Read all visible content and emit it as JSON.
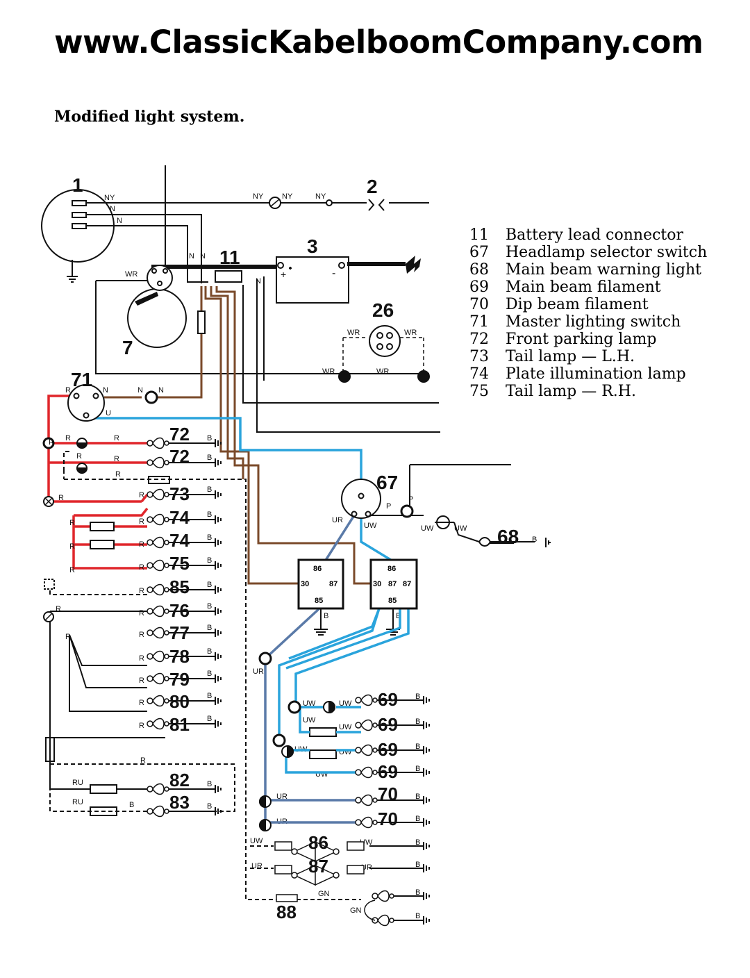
{
  "header": {
    "url": "www.ClassicKabelboomCompany.com"
  },
  "subtitle": "Modified light system.",
  "legend": [
    {
      "num": "11",
      "label": "Battery lead connector"
    },
    {
      "num": "67",
      "label": "Headlamp selector switch"
    },
    {
      "num": "68",
      "label": "Main beam warning light"
    },
    {
      "num": "69",
      "label": "Main beam filament"
    },
    {
      "num": "70",
      "label": "Dip beam filament"
    },
    {
      "num": "71",
      "label": "Master lighting switch"
    },
    {
      "num": "72",
      "label": "Front parking lamp"
    },
    {
      "num": "73",
      "label": "Tail lamp — L.H."
    },
    {
      "num": "74",
      "label": "Plate illumination lamp"
    },
    {
      "num": "75",
      "label": "Tail lamp — R.H."
    }
  ],
  "components": {
    "c1": "1",
    "c2": "2",
    "c3": "3",
    "c7": "7",
    "c11": "11",
    "c26": "26",
    "c67": "67",
    "c68": "68",
    "c71": "71",
    "lamps": [
      "72",
      "72",
      "73",
      "74",
      "74",
      "75",
      "85",
      "76",
      "77",
      "78",
      "79",
      "80",
      "81",
      "82",
      "83"
    ],
    "right_lamps": [
      "69",
      "69",
      "69",
      "69",
      "70",
      "70",
      "86",
      "87"
    ],
    "c88": "88"
  },
  "relays": {
    "relay1": {
      "top": "86",
      "left": "30",
      "right": "87",
      "bottom": "85"
    },
    "relay2": {
      "top": "86",
      "left": "30",
      "mid": "87",
      "right": "87",
      "bottom": "85"
    }
  },
  "wire_codes": {
    "NY": "NY",
    "N": "N",
    "WR": "WR",
    "R": "R",
    "U": "U",
    "B": "B",
    "P": "P",
    "UW": "UW",
    "UR": "UR",
    "RU": "RU",
    "GN": "GN",
    "plus": "+",
    "minus": "-"
  },
  "colors": {
    "black_wire": "#111111",
    "red_wire": "#e0262b",
    "brown_wire": "#7a4a2a",
    "blue_wire": "#2aa4dc",
    "dark_blue_wire": "#5a7aa8",
    "white": "#ffffff"
  }
}
